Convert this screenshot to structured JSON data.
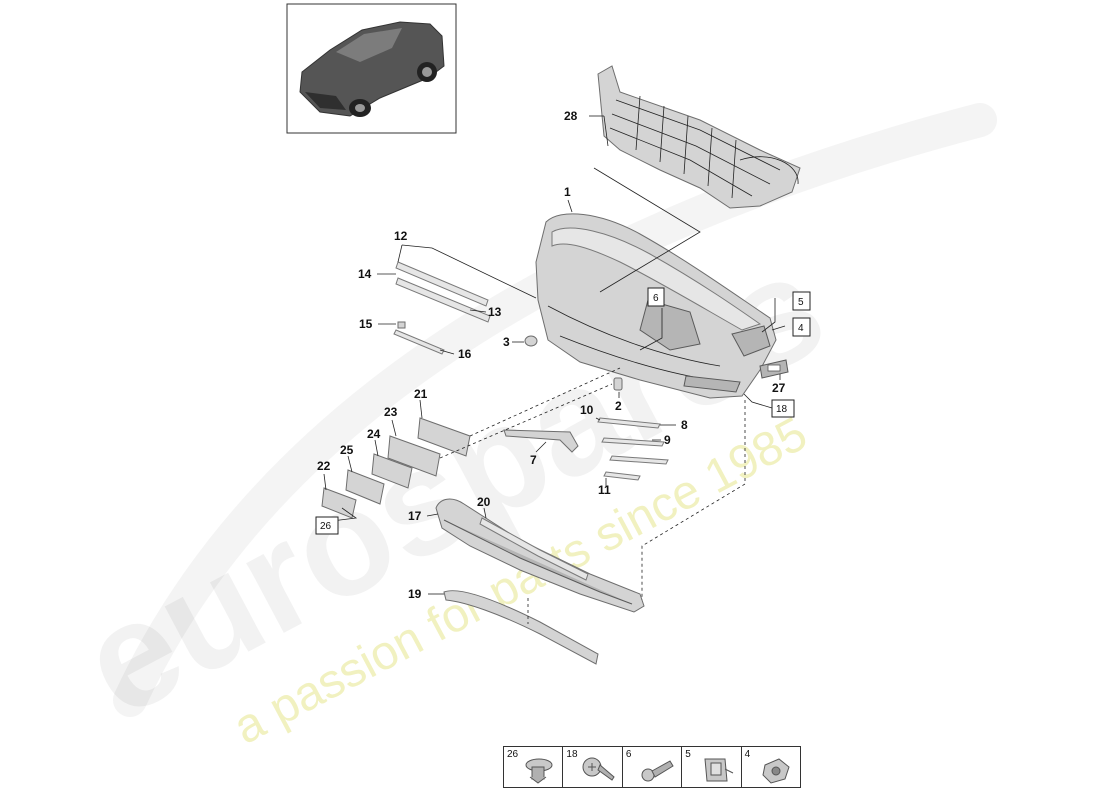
{
  "watermark": {
    "brand": "eurospares",
    "tagline": "a passion for parts since 1985"
  },
  "thumbnail": {
    "icon": "car-thumbnail-icon"
  },
  "callouts": {
    "c1": "1",
    "c2": "2",
    "c3": "3",
    "c7": "7",
    "c8": "8",
    "c9": "9",
    "c10": "10",
    "c11": "11",
    "c12": "12",
    "c13": "13",
    "c14": "14",
    "c15": "15",
    "c16": "16",
    "c17": "17",
    "c19": "19",
    "c20": "20",
    "c21": "21",
    "c22": "22",
    "c23": "23",
    "c24": "24",
    "c25": "25",
    "c27": "27",
    "c28": "28"
  },
  "boxed_callouts": {
    "b4": "4",
    "b5": "5",
    "b6": "6",
    "b18": "18",
    "b26": "26"
  },
  "legend": [
    {
      "label": "26",
      "icon": "expanding-rivet-icon"
    },
    {
      "label": "18",
      "icon": "pan-head-screw-icon"
    },
    {
      "label": "6",
      "icon": "spreading-rivet-icon"
    },
    {
      "label": "5",
      "icon": "spring-clip-icon"
    },
    {
      "label": "4",
      "icon": "clip-nut-icon"
    }
  ]
}
